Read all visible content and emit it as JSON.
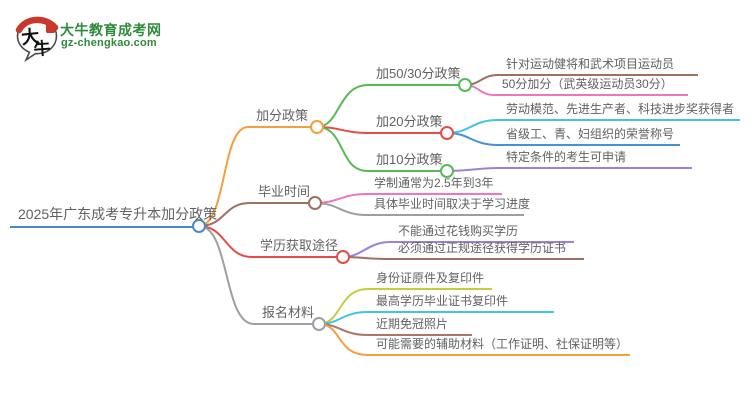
{
  "logo": {
    "title": "大牛教育成考网",
    "domain": "gz-chengkao.com",
    "icon_char1": "大",
    "icon_char2": "牛",
    "brand_color": "#2e8b3a",
    "seal_color": "#c8382b"
  },
  "colors": {
    "background": "#ffffff",
    "text": "#616161",
    "root_blue": "#4a89c8",
    "orange": "#f59d3f",
    "green": "#57ba58",
    "red": "#e64c44",
    "brown": "#a06f62",
    "brown_light": "#ad7468",
    "pink": "#ee76ba",
    "cyan": "#41c4e6",
    "blue": "#4a90d9",
    "purple": "#9b82d8",
    "gray": "#9aa0a6",
    "olive": "#c4cd3f"
  },
  "mindmap": {
    "root": {
      "label": "2025年广东成考专升本加分政策",
      "color": "#4a89c8"
    },
    "branches": [
      {
        "label": "加分政策",
        "color": "#f59d3f",
        "children": [
          {
            "label": "加50/30分政策",
            "color": "#57ba58",
            "children": [
              {
                "label": "针对运动健将和武术项目运动员",
                "color": "#a06f62"
              },
              {
                "label": "50分加分（武英级运动员30分）",
                "color": "#ee76ba"
              }
            ]
          },
          {
            "label": "加20分政策",
            "color": "#e64c44",
            "children": [
              {
                "label": "劳动模范、先进生产者、科技进步奖获得者",
                "color": "#41c4e6"
              },
              {
                "label": "省级工、青、妇组织的荣誉称号",
                "color": "#4a90d9"
              }
            ]
          },
          {
            "label": "加10分政策",
            "color": "#57ba58",
            "children": [
              {
                "label": "特定条件的考生可申请",
                "color": "#9b82d8"
              }
            ]
          }
        ]
      },
      {
        "label": "毕业时间",
        "color": "#a06f62",
        "children": [
          {
            "label": "学制通常为2.5年到3年",
            "color": "#ee76ba"
          },
          {
            "label": "具体毕业时间取决于学习进度",
            "color": "#9e9e9e"
          }
        ]
      },
      {
        "label": "学历获取途径",
        "color": "#e64c44",
        "children": [
          {
            "label": "不能通过花钱购买学历",
            "color": "#9b82d8"
          },
          {
            "label": "必须通过正规途径获得学历证书",
            "color": "#a06f62"
          }
        ]
      },
      {
        "label": "报名材料",
        "color": "#9aa0a6",
        "children": [
          {
            "label": "身份证原件及复印件",
            "color": "#c4cd3f"
          },
          {
            "label": "最高学历毕业证书复印件",
            "color": "#41c4e6"
          },
          {
            "label": "近期免冠照片",
            "color": "#ad7468"
          },
          {
            "label": "可能需要的辅助材料（工作证明、社保证明等）",
            "color": "#f59d3f"
          }
        ]
      }
    ]
  }
}
